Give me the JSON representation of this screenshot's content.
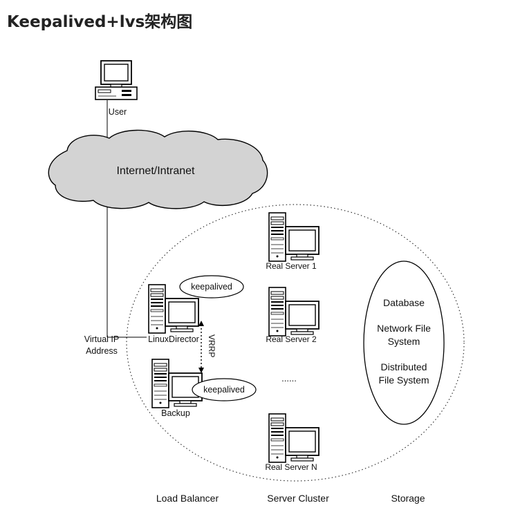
{
  "page": {
    "title": "Keepalived+lvs架构图"
  },
  "diagram": {
    "user_label": "User",
    "cloud_label": "Internet/Intranet",
    "vip_label_line1": "Virtual IP",
    "vip_label_line2": "Address",
    "director_label": "LinuxDirector",
    "backup_label": "Backup",
    "keepalived_label_top": "keepalived",
    "keepalived_label_bottom": "keepalived",
    "vrrp_label": "VRRP",
    "real_servers": [
      {
        "label": "Real Server 1"
      },
      {
        "label": "Real Server 2"
      },
      {
        "label": "Real Server N"
      }
    ],
    "ellipsis": "......",
    "storage_items": {
      "database": "Database",
      "nfs_line1": "Network File",
      "nfs_line2": "System",
      "dfs_line1": "Distributed",
      "dfs_line2": "File System"
    },
    "footer_labels": {
      "load_balancer": "Load Balancer",
      "server_cluster": "Server Cluster",
      "storage": "Storage"
    },
    "colors": {
      "cloud_fill": "#d3d3d3",
      "line": "#000000"
    }
  }
}
